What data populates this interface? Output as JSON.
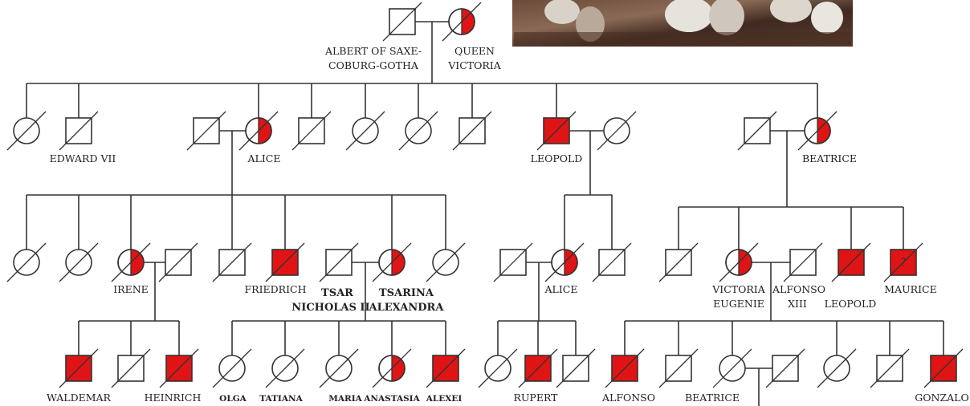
{
  "diagram": {
    "colors": {
      "affected": "#e01414",
      "line": "#333333",
      "unaffected": "#ffffff"
    },
    "painting_icon": "royal-painting-thumbnail",
    "labels": {
      "albert_1": "ALBERT OF SAXE-",
      "albert_2": "COBURG-GOTHA",
      "victoria_1": "QUEEN",
      "victoria_2": "VICTORIA",
      "edward": "EDWARD VII",
      "alice": "ALICE",
      "leopold": "LEOPOLD",
      "beatrice": "BEATRICE",
      "irene": "IRENE",
      "friedrich": "FRIEDRICH",
      "tsar_1": "TSAR",
      "tsar_2": "NICHOLAS II",
      "tsarina_1": "TSARINA",
      "tsarina_2": "ALEXANDRA",
      "alice_2": "ALICE",
      "victoria_eugenie_1": "VICTORIA",
      "victoria_eugenie_2": "EUGENIE",
      "alfonso_xiii_1": "ALFONSO",
      "alfonso_xiii_2": "XIII",
      "leopold_2": "LEOPOLD",
      "maurice": "MAURICE",
      "waldemar": "WALDEMAR",
      "heinrich": "HEINRICH",
      "olga": "OLGA",
      "tatiana": "TATIANA",
      "maria": "MARIA",
      "anastasia": "ANASTASIA",
      "alexei": "ALEXEI",
      "rupert": "RUPERT",
      "alfonso": "ALFONSO",
      "beatrice_2": "BEATRICE",
      "gonzalo": "GONZALO"
    }
  }
}
